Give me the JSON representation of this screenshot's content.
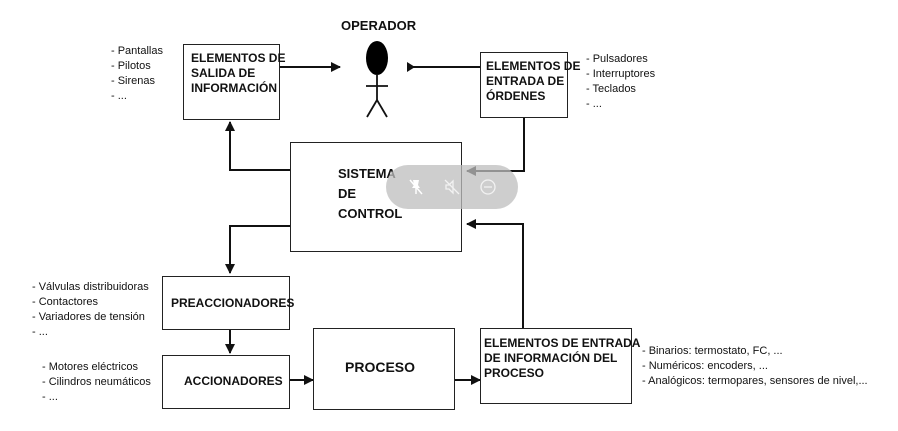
{
  "diagram": {
    "operator": {
      "label": "OPERADOR"
    },
    "output_elements": {
      "lines": [
        "ELEMENTOS DE",
        "SALIDA DE",
        "INFORMACIÓN"
      ],
      "examples": [
        "- Pantallas",
        "- Pilotos",
        "- Sirenas",
        "- ..."
      ]
    },
    "order_input": {
      "lines": [
        "ELEMENTOS DE",
        "ENTRADA DE",
        "ÓRDENES"
      ],
      "examples": [
        "- Pulsadores",
        "- Interruptores",
        "- Teclados",
        "- ..."
      ]
    },
    "control_system": {
      "lines": [
        "SISTEMA",
        "DE",
        "CONTROL"
      ]
    },
    "preactuators": {
      "label": "PREACCIONADORES",
      "examples": [
        "- Válvulas distribuidoras",
        "- Contactores",
        "- Variadores de tensión",
        "- ..."
      ]
    },
    "actuators": {
      "label": "ACCIONADORES",
      "examples": [
        "- Motores eléctricos",
        "- Cilindros neumáticos",
        "- ..."
      ]
    },
    "process": {
      "label": "PROCESO"
    },
    "process_input": {
      "lines": [
        "ELEMENTOS DE ENTRADA",
        "DE INFORMACIÓN DEL",
        "PROCESO"
      ],
      "examples": [
        "- Binarios: termostato, FC, ...",
        "- Numéricos: encoders, ...",
        "- Analógicos: termopares, sensores de nivel,..."
      ]
    }
  },
  "video_overlay": {
    "icons": [
      "pin-off-icon",
      "mute-icon",
      "minus-circle-icon"
    ]
  }
}
